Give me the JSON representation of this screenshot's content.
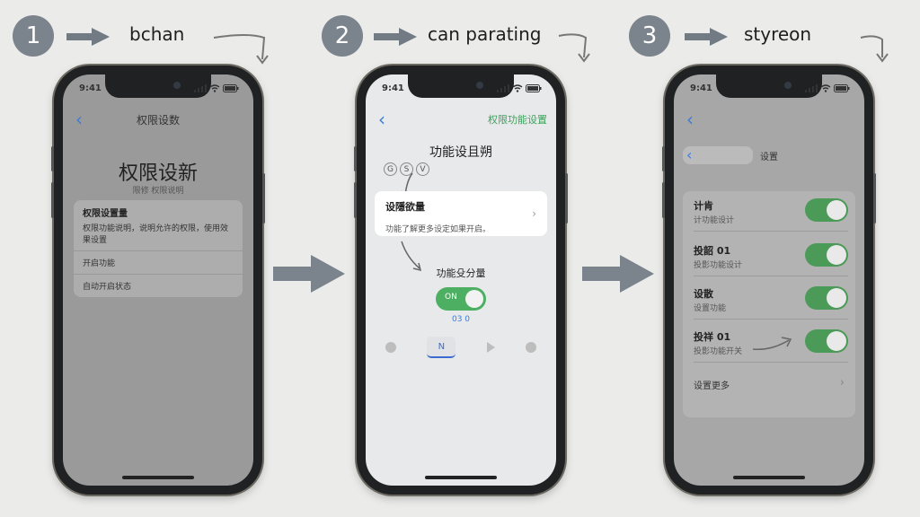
{
  "steps": [
    {
      "number": "1",
      "label": "bchan"
    },
    {
      "number": "2",
      "label": "can parating"
    },
    {
      "number": "3",
      "label": "styreon"
    }
  ],
  "status_time": "9:41",
  "phone1": {
    "nav_title": "权限设数",
    "heading": "权限设新",
    "subheading": "限修 权限说明",
    "card_title": "权限设置量",
    "card_desc": "权限功能说明，说明允许的权限，使用效果设置",
    "row2": "开启功能",
    "row3": "自动开启状态"
  },
  "phone2": {
    "nav_right": "权限功能设置",
    "heading": "功能设且朔",
    "chips": [
      "G",
      "S",
      "V"
    ],
    "card_title": "设隱欲量",
    "card_desc": "功能了解更多设定如果开启。",
    "feature_label": "功能殳分量",
    "toggle_text": "ON",
    "value_text": "03 0",
    "nav_button": "N"
  },
  "phone3": {
    "search_title": "设置",
    "rows": [
      {
        "title": "计肯",
        "desc": "计功能设计"
      },
      {
        "title": "投韶 01",
        "desc": "投影功能设计"
      },
      {
        "title": "设散",
        "desc": "设置功能"
      },
      {
        "title": "投祥 01",
        "desc": "投影功能开关"
      }
    ],
    "last_row": "设置更多"
  },
  "colors": {
    "toggle_green": "#4caf62",
    "accent_blue": "#3b7bd8",
    "step_circle": "#7b838c"
  }
}
